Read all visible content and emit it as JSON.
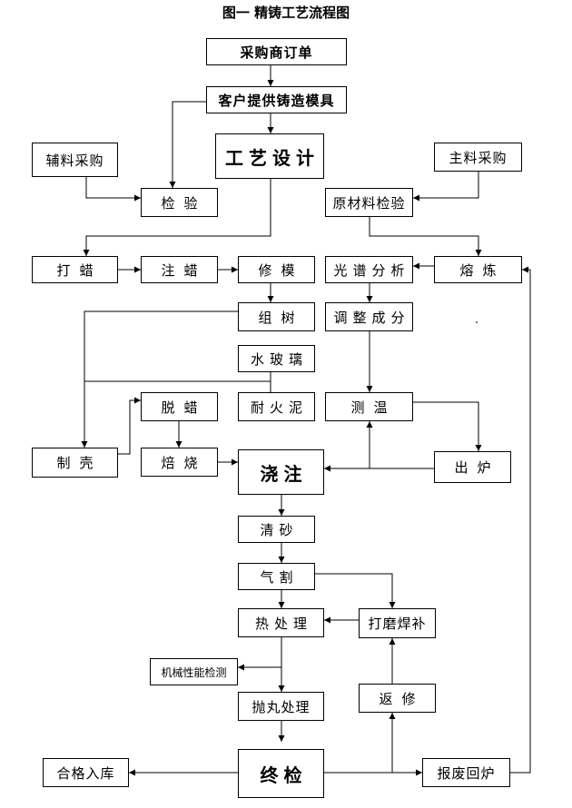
{
  "title": "图一  精铸工艺流程图",
  "nodes": [
    {
      "id": "purchase_order",
      "label": "采购商订单"
    },
    {
      "id": "customer_mold",
      "label": "客户提供铸造模具"
    },
    {
      "id": "process_design",
      "label": "工艺设计"
    },
    {
      "id": "aux_purchase",
      "label": "辅料采购"
    },
    {
      "id": "main_purchase",
      "label": "主料采购"
    },
    {
      "id": "inspection",
      "label": "检验"
    },
    {
      "id": "raw_inspection",
      "label": "原材料检验"
    },
    {
      "id": "wax_press",
      "label": "打蜡"
    },
    {
      "id": "wax_inject",
      "label": "注蜡"
    },
    {
      "id": "mold_repair",
      "label": "修模"
    },
    {
      "id": "spectrum",
      "label": "光谱分析"
    },
    {
      "id": "melting",
      "label": "熔炼"
    },
    {
      "id": "assembly",
      "label": "组树"
    },
    {
      "id": "composition",
      "label": "调整成分"
    },
    {
      "id": "water_glass",
      "label": "水玻璃"
    },
    {
      "id": "dewax",
      "label": "脱蜡"
    },
    {
      "id": "refractory",
      "label": "耐火泥"
    },
    {
      "id": "temp_measure",
      "label": "测温"
    },
    {
      "id": "shell_making",
      "label": "制壳"
    },
    {
      "id": "roasting",
      "label": "焙烧"
    },
    {
      "id": "pouring",
      "label": "浇注"
    },
    {
      "id": "tapping",
      "label": "出炉"
    },
    {
      "id": "sand_cleaning",
      "label": "清砂"
    },
    {
      "id": "gas_cutting",
      "label": "气割"
    },
    {
      "id": "heat_treatment",
      "label": "热处理"
    },
    {
      "id": "grind_weld",
      "label": "打磨焊补"
    },
    {
      "id": "mech_test",
      "label": "机械性能检测"
    },
    {
      "id": "shot_blast",
      "label": "抛丸处理"
    },
    {
      "id": "rework",
      "label": "返修"
    },
    {
      "id": "final_inspection",
      "label": "终检"
    },
    {
      "id": "warehouse",
      "label": "合格入库"
    },
    {
      "id": "scrap_remelt",
      "label": "报废回炉"
    }
  ],
  "edges": [
    {
      "from": "purchase_order",
      "to": "customer_mold",
      "arrow": true
    },
    {
      "from": "customer_mold",
      "to": "process_design",
      "arrow": true
    },
    {
      "from": "customer_mold",
      "to": "inspection",
      "arrow": true
    },
    {
      "from": "aux_purchase",
      "to": "inspection",
      "arrow": true
    },
    {
      "from": "process_design",
      "to": "wax_press",
      "arrow": true
    },
    {
      "from": "main_purchase",
      "to": "raw_inspection",
      "arrow": true
    },
    {
      "from": "raw_inspection",
      "to": "melting",
      "arrow": true
    },
    {
      "from": "wax_press",
      "to": "wax_inject",
      "arrow": true
    },
    {
      "from": "wax_inject",
      "to": "mold_repair",
      "arrow": true
    },
    {
      "from": "mold_repair",
      "to": "assembly",
      "arrow": true
    },
    {
      "from": "melting",
      "to": "spectrum",
      "arrow": true
    },
    {
      "from": "spectrum",
      "to": "composition",
      "arrow": true
    },
    {
      "from": "composition",
      "to": "temp_measure",
      "arrow": true
    },
    {
      "from": "assembly",
      "to": "shell_making",
      "arrow": true
    },
    {
      "from": "water_glass",
      "to": "shell_making",
      "arrow": false
    },
    {
      "from": "refractory",
      "to": "shell_making",
      "arrow": false
    },
    {
      "from": "shell_making",
      "to": "dewax",
      "arrow": true
    },
    {
      "from": "dewax",
      "to": "roasting",
      "arrow": true
    },
    {
      "from": "roasting",
      "to": "pouring",
      "arrow": true
    },
    {
      "from": "temp_measure",
      "to": "tapping",
      "arrow": true
    },
    {
      "from": "tapping",
      "to": "pouring",
      "arrow": true
    },
    {
      "from": "tapping",
      "to": "temp_measure",
      "arrow": true
    },
    {
      "from": "pouring",
      "to": "sand_cleaning",
      "arrow": true
    },
    {
      "from": "sand_cleaning",
      "to": "gas_cutting",
      "arrow": true
    },
    {
      "from": "gas_cutting",
      "to": "heat_treatment",
      "arrow": true
    },
    {
      "from": "gas_cutting",
      "to": "grind_weld",
      "arrow": true
    },
    {
      "from": "grind_weld",
      "to": "heat_treatment",
      "arrow": true
    },
    {
      "from": "heat_treatment",
      "to": "mech_test",
      "arrow": true
    },
    {
      "from": "heat_treatment",
      "to": "shot_blast",
      "arrow": true
    },
    {
      "from": "rework",
      "to": "grind_weld",
      "arrow": true
    },
    {
      "from": "shot_blast",
      "to": "final_inspection",
      "arrow": true
    },
    {
      "from": "final_inspection",
      "to": "warehouse",
      "arrow": true
    },
    {
      "from": "final_inspection",
      "to": "scrap_remelt",
      "arrow": true
    },
    {
      "from": "final_inspection",
      "to": "rework",
      "arrow": true
    },
    {
      "from": "scrap_remelt",
      "to": "melting",
      "arrow": true
    }
  ]
}
